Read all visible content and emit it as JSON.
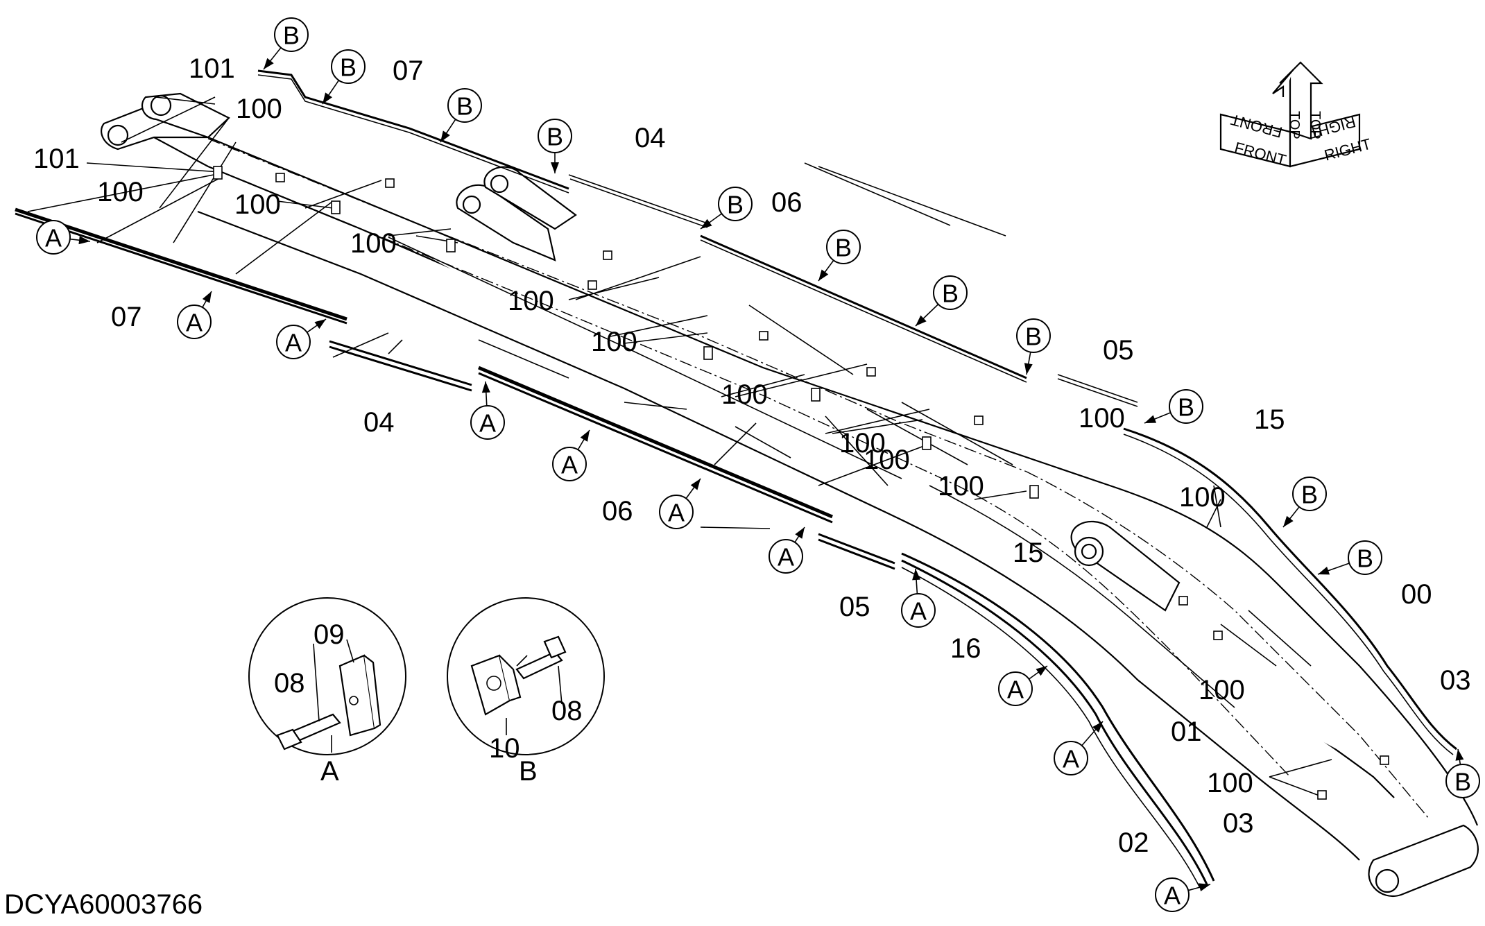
{
  "drawing_code": "DCYA60003766",
  "orientation": {
    "top_1": "TOP",
    "top_2": "TOP",
    "front": "FRONT",
    "front_mirrored": "FRONT",
    "right": "RIGHT",
    "right_mirrored": "RIGHT"
  },
  "detail_a": {
    "caption": "A",
    "parts": [
      "08",
      "09"
    ]
  },
  "detail_b": {
    "caption": "B",
    "parts": [
      "08",
      "10"
    ]
  },
  "callout_a": "A",
  "callout_b": "B",
  "part_labels": [
    "101",
    "101",
    "100",
    "100",
    "100",
    "100",
    "100",
    "100",
    "100",
    "100",
    "100",
    "100",
    "100",
    "100",
    "100",
    "100",
    "07",
    "07",
    "04",
    "04",
    "06",
    "06",
    "05",
    "05",
    "15",
    "15",
    "16",
    "00",
    "01",
    "02",
    "03",
    "03"
  ]
}
